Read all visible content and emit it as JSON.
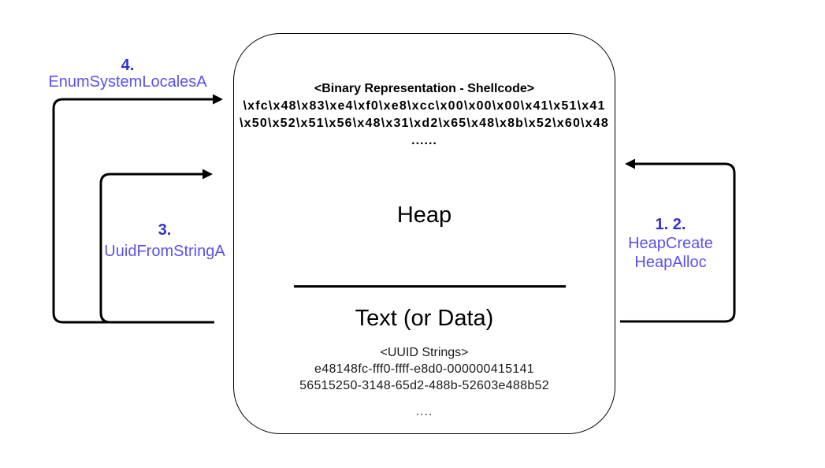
{
  "diagram": {
    "box": {
      "shellcode_title": "<Binary Representation - Shellcode>",
      "shellcode_line1": "\\xfc\\x48\\x83\\xe4\\xf0\\xe8\\xcc\\x00\\x00\\x00\\x41\\x51\\x41",
      "shellcode_line2": "\\x50\\x52\\x51\\x56\\x48\\x31\\xd2\\x65\\x48\\x8b\\x52\\x60\\x48",
      "shellcode_ellipsis": "......",
      "heap_label": "Heap",
      "text_label": "Text (or Data)",
      "uuid_title": "<UUID Strings>",
      "uuid_line1": "e48148fc-fff0-ffff-e8d0-000000415141",
      "uuid_line2": "56515250-3148-65d2-488b-52603e488b52",
      "uuid_ellipsis": "...."
    },
    "steps": {
      "enum_system_locales": {
        "number": "4.",
        "api": "EnumSystemLocalesA"
      },
      "uuid_from_string": {
        "number": "3.",
        "api": "UuidFromStringA"
      },
      "heap_create_alloc": {
        "number": "1. 2.",
        "api_line1": "HeapCreate",
        "api_line2": "HeapAlloc"
      }
    },
    "colors": {
      "step_number": "#3230cf",
      "api_name": "#5a50f2",
      "line_color": "#000000"
    }
  }
}
